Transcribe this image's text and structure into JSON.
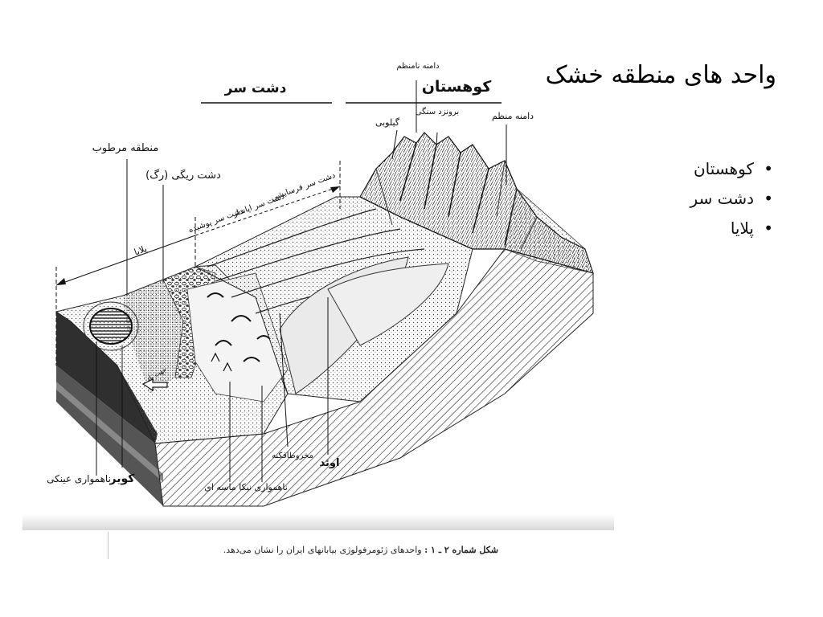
{
  "slide": {
    "title": "واحد های منطقه خشک",
    "bullets": [
      "کوهستان",
      "دشت سر",
      "پلایا"
    ]
  },
  "figure": {
    "labels": {
      "kuhestan": "کوهستان",
      "dasht_sar": "دشت سر",
      "damane_namonazam": "دامنه نامنظم",
      "damane_monazam": "دامنه منظم",
      "gelubi": "گیلوبی",
      "berunzad_sangi": "برونزد سنگی",
      "mantaghe_martub": "منطقه مرطوب",
      "dasht_rigi": "دشت ریگی (رگ)",
      "dasht_sar_fersayeshi": "دشت سر فرسایشی",
      "dasht_sar_apandaz": "دشت سر اپانداز",
      "dasht_sar_pushide": "دشت سر پوشیده",
      "playa": "پلایا",
      "jahat_bad": "جهت باد",
      "kavir": "کویر",
      "nahamvari_eynaki": "ناهمواری عینکی",
      "nahamvari_nebka": "ناهمواری نبکا ماسه ای",
      "makhrut_afkane": "مخروطافکنه",
      "oued": "اوئد"
    },
    "caption_bold": "شکل شماره ۲ ـ ۱ :",
    "caption_text": "واحدهای ژئومرفولوژی بیابانهای ایران را نشان می‌دهد."
  }
}
